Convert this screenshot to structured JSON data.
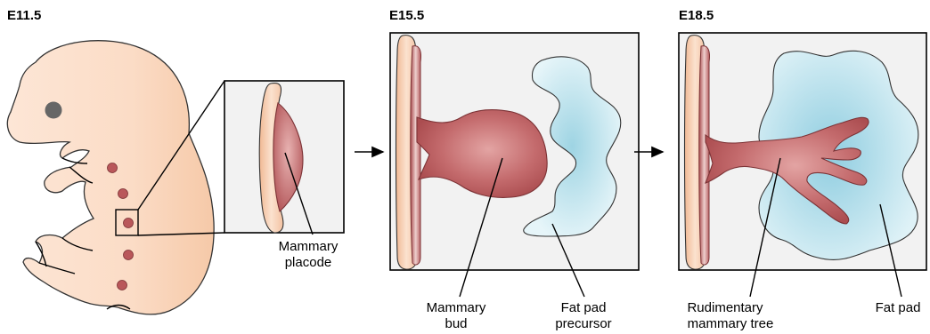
{
  "stages": {
    "e11": "E11.5",
    "e15": "E15.5",
    "e18": "E18.5"
  },
  "labels": {
    "placode_1": "Mammary",
    "placode_2": "placode",
    "bud_1": "Mammary",
    "bud_2": "bud",
    "fatpad_precursor_1": "Fat pad",
    "fatpad_precursor_2": "precursor",
    "tree_1": "Rudimentary",
    "tree_2": "mammary tree",
    "fatpad": "Fat pad"
  },
  "colors": {
    "embryo_skin": "#fbe0cc",
    "skin_strip": "#f6cdb0",
    "mammary_tissue": "#b9575a",
    "mammary_highlight": "#e6a5a4",
    "fat_pad": "#a9d9e6",
    "fat_pad_light": "#e2f3f8",
    "panel_bg": "#f2f2f2",
    "eye": "#666666"
  }
}
